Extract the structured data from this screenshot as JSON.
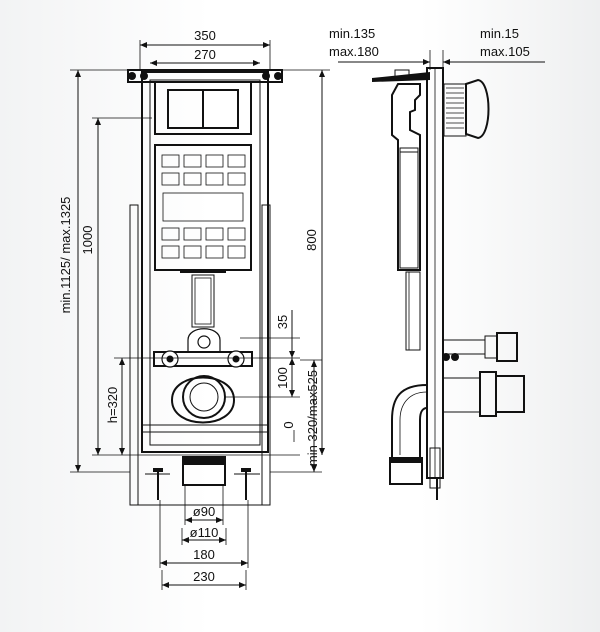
{
  "dimensions": {
    "top_width_outer": "350",
    "top_width_inner": "270",
    "total_height": "min.1125/ max.1325",
    "height_1000": "1000",
    "height_800": "800",
    "dim_35": "35",
    "dim_100": "100",
    "h_320": "h=320",
    "dim_0": "0",
    "min_max_320_525": "min 320/max525",
    "pipe_90": "ø90",
    "pipe_110": "ø110",
    "bottom_180": "180",
    "bottom_230": "230",
    "side_min_135": "min.135",
    "side_max_180": "max.180",
    "side_min_15": "min.15",
    "side_max_105": "max.105"
  }
}
